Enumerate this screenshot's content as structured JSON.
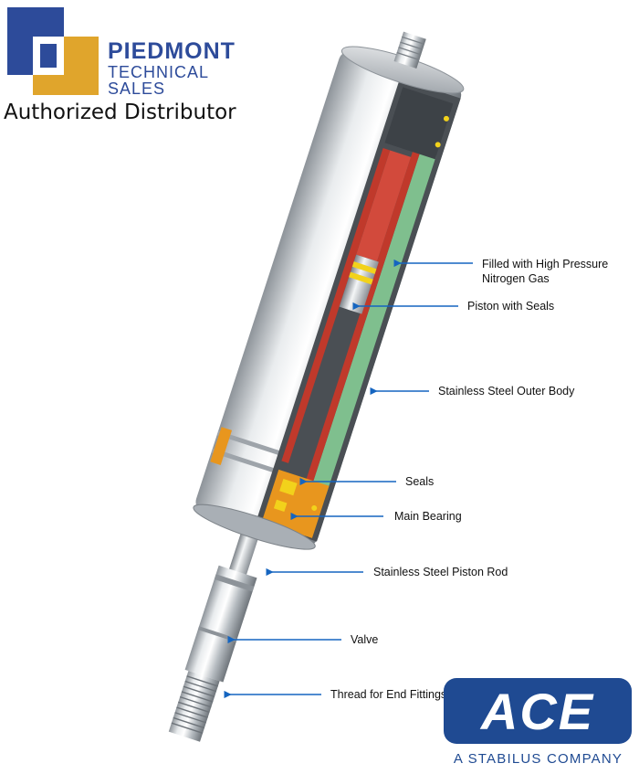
{
  "logo": {
    "line1": "PIEDMONT",
    "line2": "TECHNICAL",
    "line3": "SALES",
    "tagline": "Authorized Distributor",
    "colors": {
      "blue": "#2d4b9a",
      "gold": "#e0a52c"
    }
  },
  "callouts": [
    {
      "id": "gas",
      "text": "Filled with High Pressure\nNitrogen Gas"
    },
    {
      "id": "piston",
      "text": "Piston with Seals"
    },
    {
      "id": "body",
      "text": "Stainless Steel Outer Body"
    },
    {
      "id": "seals",
      "text": "Seals"
    },
    {
      "id": "bearing",
      "text": "Main Bearing"
    },
    {
      "id": "rod",
      "text": "Stainless Steel Piston Rod"
    },
    {
      "id": "valve",
      "text": "Valve"
    },
    {
      "id": "thread",
      "text": "Thread for End Fittings"
    }
  ],
  "ace": {
    "wordmark": "ACE",
    "subtitle": "A STABILUS COMPANY",
    "color": "#1f4a92"
  },
  "colors": {
    "steel": "#c8ccd0",
    "gas": "#7fbf8e",
    "red": "#c0392b",
    "bearing": "#e8961e",
    "seal": "#f2d21b",
    "arrow": "#1565c0"
  }
}
